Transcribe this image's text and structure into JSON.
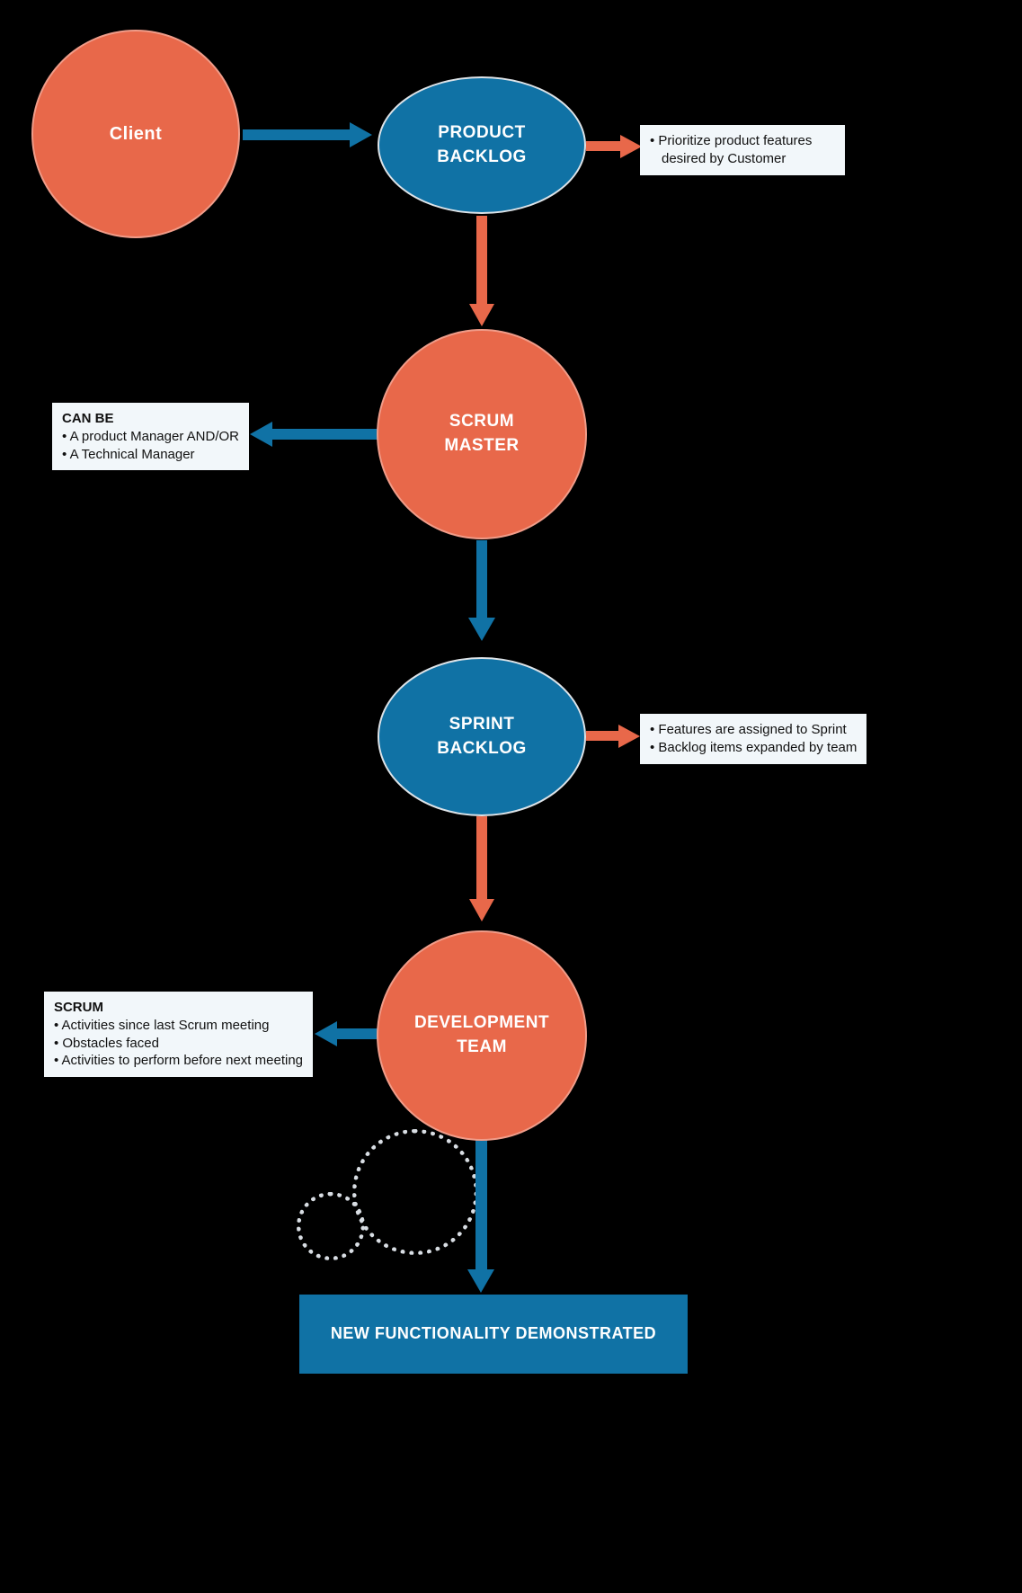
{
  "colors": {
    "orange": "#E8684A",
    "blue": "#1072A5",
    "note-bg": "#F2F7FA",
    "note-text": "#111111",
    "node-text": "#FFFFFF",
    "dotted": "#D8DDE3",
    "background": "#000000"
  },
  "nodes": {
    "client": {
      "label": "Client"
    },
    "product_backlog": {
      "label": "PRODUCT\nBACKLOG"
    },
    "scrum_master": {
      "label": "SCRUM\nMASTER"
    },
    "sprint_backlog": {
      "label": "SPRINT\nBACKLOG"
    },
    "development_team": {
      "label": "DEVELOPMENT\nTEAM"
    },
    "new_functionality": {
      "label": "NEW FUNCTIONALITY DEMONSTRATED"
    }
  },
  "notes": {
    "product_backlog_note": {
      "items": [
        "• Prioritize product features desired by Customer"
      ]
    },
    "scrum_master_note": {
      "title": "CAN BE",
      "items": [
        "• A product Manager AND/OR",
        "• A Technical Manager"
      ]
    },
    "sprint_backlog_note": {
      "items": [
        "• Features are assigned to Sprint",
        "• Backlog items expanded by team"
      ]
    },
    "development_team_note": {
      "title": "SCRUM",
      "items": [
        "• Activities since last Scrum meeting",
        "• Obstacles faced",
        "• Activities to perform before next meeting"
      ]
    }
  }
}
